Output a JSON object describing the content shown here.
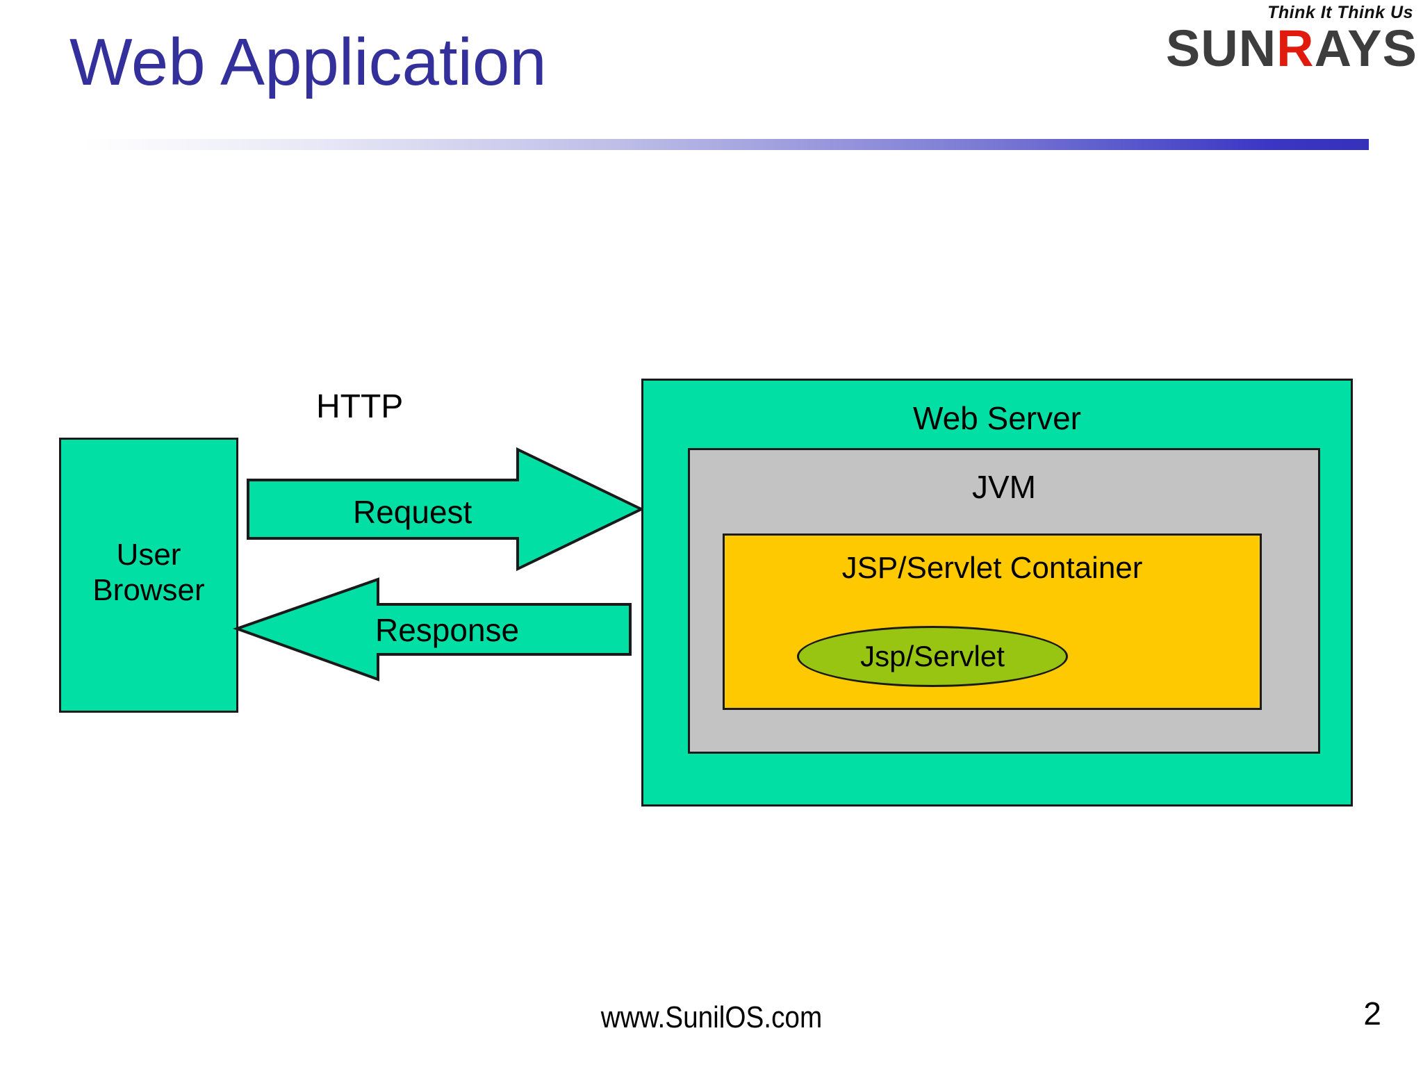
{
  "slide": {
    "title": "Web Application",
    "title_color": "#33309B",
    "rule_accent_color": "#3531B8"
  },
  "logo": {
    "tagline": "Think It Think Us",
    "wordmark_part1": "SUN",
    "wordmark_accent": "R",
    "wordmark_part2": "AYS",
    "accent_color": "#E01B0E",
    "wordmark_color": "#3D3D3D"
  },
  "diagram": {
    "client": {
      "label_line1": "User",
      "label_line2": "Browser",
      "fill": "#01DFA5"
    },
    "protocol_label": "HTTP",
    "arrows": [
      {
        "name": "request",
        "label": "Request",
        "direction": "right",
        "fill": "#01DFA5"
      },
      {
        "name": "response",
        "label": "Response",
        "direction": "left",
        "fill": "#01DFA5"
      }
    ],
    "server": {
      "label": "Web Server",
      "fill": "#01DFA5",
      "jvm": {
        "label": "JVM",
        "fill": "#C3C3C3",
        "container": {
          "label": "JSP/Servlet Container",
          "fill": "#FFC900",
          "component": {
            "label": "Jsp/Servlet",
            "fill": "#97C511",
            "shape": "ellipse"
          }
        }
      }
    }
  },
  "footer": {
    "url": "www.SunilOS.com",
    "page_number": "2"
  }
}
